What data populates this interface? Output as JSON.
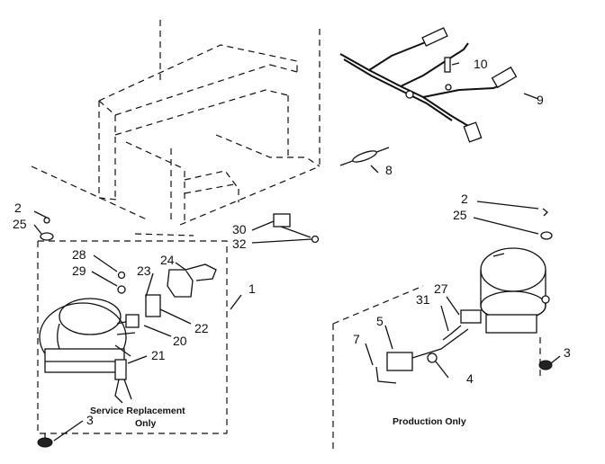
{
  "callouts": {
    "c1": "1",
    "c2_left": "2",
    "c25_left": "25",
    "c3_left": "3",
    "c7": "7",
    "c5": "5",
    "c4": "4",
    "c31": "31",
    "c27": "27",
    "c2_right": "2",
    "c25_right": "25",
    "c3_right": "3",
    "c8": "8",
    "c9": "9",
    "c10": "10",
    "c20": "20",
    "c21": "21",
    "c22": "22",
    "c23": "23",
    "c24": "24",
    "c28": "28",
    "c29": "29",
    "c30": "30",
    "c32": "32"
  },
  "captions": {
    "service_line1": "Service Replacement",
    "service_line2": "Only",
    "production": "Production  Only"
  }
}
